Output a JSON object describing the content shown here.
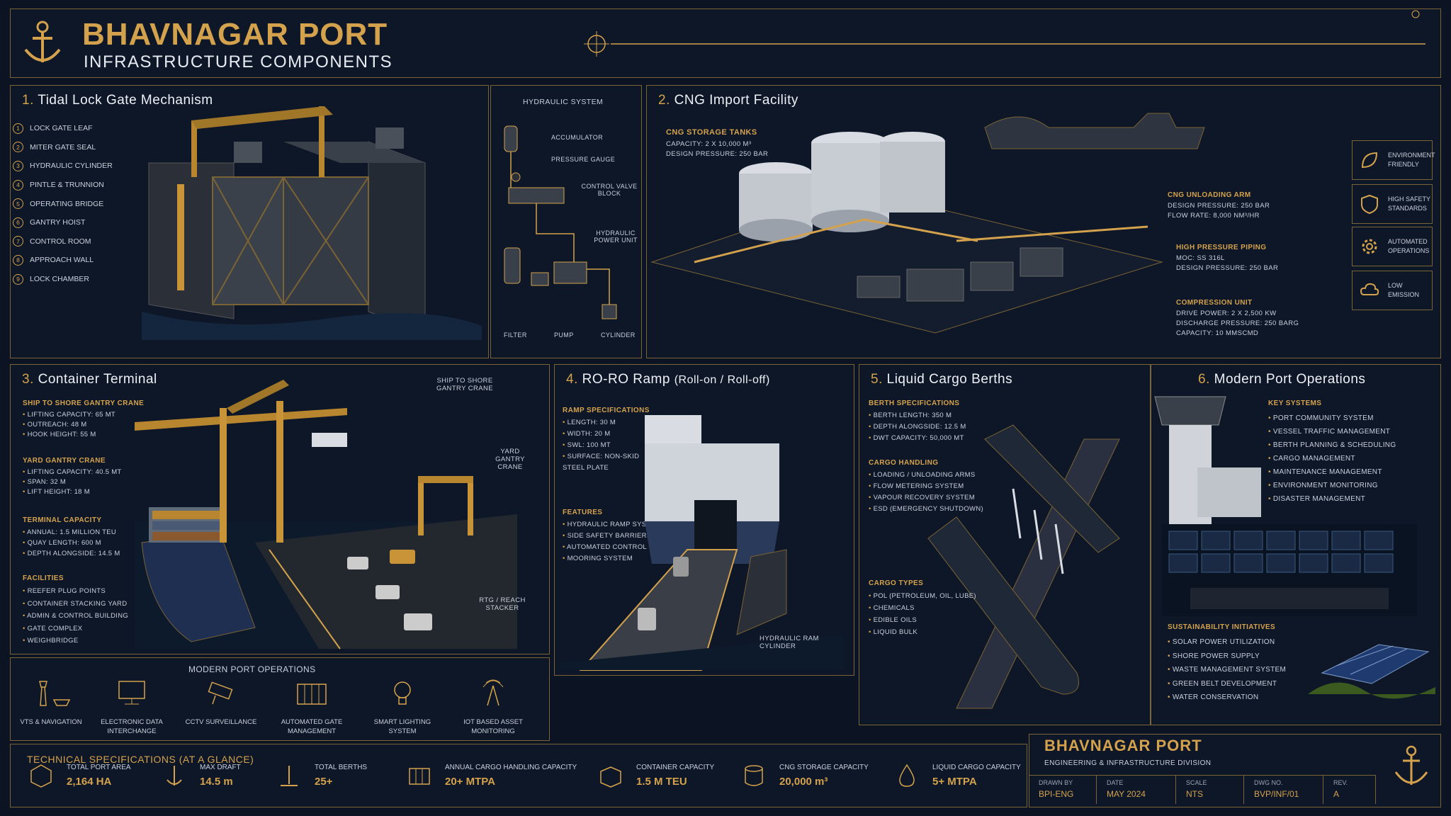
{
  "header": {
    "title": "BHAVNAGAR PORT",
    "subtitle": "INFRASTRUCTURE COMPONENTS"
  },
  "lock": {
    "num": "1.",
    "title": "Tidal Lock Gate Mechanism",
    "legend": [
      {
        "n": "1",
        "label": "Lock gate leaf"
      },
      {
        "n": "2",
        "label": "Miter gate seal"
      },
      {
        "n": "3",
        "label": "Hydraulic cylinder"
      },
      {
        "n": "4",
        "label": "Pintle & trunnion"
      },
      {
        "n": "5",
        "label": "Operating bridge"
      },
      {
        "n": "6",
        "label": "Gantry hoist"
      },
      {
        "n": "7",
        "label": "Control room"
      },
      {
        "n": "8",
        "label": "Approach wall"
      },
      {
        "n": "9",
        "label": "Lock chamber"
      }
    ]
  },
  "hydraulic": {
    "title": "HYDRAULIC SYSTEM",
    "accumulator": "ACCUMULATOR",
    "gauge": "PRESSURE GAUGE",
    "valve": "CONTROL VALVE BLOCK",
    "hpu": "HYDRAULIC POWER UNIT",
    "filter": "FILTER",
    "pump": "PUMP",
    "cylinder": "CYLINDER"
  },
  "cng": {
    "num": "2.",
    "title": "CNG Import Facility",
    "tanks": {
      "head": "CNG STORAGE TANKS",
      "l1": "CAPACITY: 2 X 10,000 m³",
      "l2": "DESIGN PRESSURE: 250 BAR"
    },
    "arm": {
      "head": "CNG UNLOADING ARM",
      "l1": "DESIGN PRESSURE: 250 BAR",
      "l2": "FLOW RATE: 8,000 Nm³/hr"
    },
    "piping": {
      "head": "HIGH PRESSURE PIPING",
      "l1": "MOC: SS 316L",
      "l2": "DESIGN PRESSURE: 250 BAR"
    },
    "comp": {
      "head": "COMPRESSION UNIT",
      "l1": "DRIVE POWER: 2 X 2,500 KW",
      "l2": "DISCHARGE PRESSURE: 250 BARG",
      "l3": "CAPACITY: 10 MMSCMD"
    }
  },
  "badges": [
    {
      "icon": "leaf-icon",
      "label": "ENVIRONMENT FRIENDLY"
    },
    {
      "icon": "shield-icon",
      "label": "HIGH SAFETY STANDARDS"
    },
    {
      "icon": "gear-icon",
      "label": "AUTOMATED OPERATIONS"
    },
    {
      "icon": "cloud-icon",
      "label": "LOW EMISSION"
    }
  ],
  "container": {
    "num": "3.",
    "title": "Container Terminal",
    "sts": {
      "head": "SHIP TO SHORE GANTRY CRANE",
      "items": [
        "LIFTING CAPACITY: 65 MT",
        "OUTREACH: 48 m",
        "HOOK HEIGHT: 55 m"
      ]
    },
    "yard": {
      "head": "YARD GANTRY CRANE",
      "items": [
        "LIFTING CAPACITY: 40.5 MT",
        "SPAN: 32 m",
        "LIFT HEIGHT: 18 m"
      ]
    },
    "cap": {
      "head": "TERMINAL CAPACITY",
      "items": [
        "ANNUAL: 1.5 MILLION TEU",
        "QUAY LENGTH: 600 m",
        "DEPTH ALONGSIDE: 14.5 m"
      ]
    },
    "fac": {
      "head": "FACILITIES",
      "items": [
        "REEFER PLUG POINTS",
        "CONTAINER STACKING YARD",
        "ADMIN & CONTROL BUILDING",
        "GATE COMPLEX",
        "WEIGHBRIDGE"
      ]
    },
    "callout_sts": "SHIP TO SHORE GANTRY CRANE",
    "callout_yard": "YARD GANTRY CRANE",
    "callout_rtg": "RTG / REACH STACKER"
  },
  "roro": {
    "num": "4.",
    "title": "RO-RO Ramp",
    "title2": "(Roll-on / Roll-off)",
    "spec": {
      "head": "RAMP SPECIFICATIONS",
      "items": [
        "LENGTH: 30 m",
        "WIDTH: 20 m",
        "SWL: 100 MT",
        "SURFACE: NON-SKID STEEL PLATE"
      ]
    },
    "feat": {
      "head": "FEATURES",
      "items": [
        "HYDRAULIC RAMP SYSTEM",
        "SIDE SAFETY BARRIERS",
        "AUTOMATED CONTROL",
        "MOORING SYSTEM"
      ]
    },
    "callout": "HYDRAULIC RAM CYLINDER"
  },
  "liquid": {
    "num": "5.",
    "title": "Liquid Cargo Berths",
    "spec": {
      "head": "BERTH SPECIFICATIONS",
      "items": [
        "BERTH LENGTH: 350 m",
        "DEPTH ALONGSIDE: 12.5 m",
        "DWT CAPACITY: 50,000 MT"
      ]
    },
    "handling": {
      "head": "CARGO HANDLING",
      "items": [
        "LOADING / UNLOADING ARMS",
        "FLOW METERING SYSTEM",
        "VAPOUR RECOVERY SYSTEM",
        "ESD (EMERGENCY SHUTDOWN)"
      ]
    },
    "types": {
      "head": "CARGO TYPES",
      "items": [
        "POL (PETROLEUM, OIL, LUBE)",
        "CHEMICALS",
        "EDIBLE OILS",
        "LIQUID BULK"
      ]
    }
  },
  "modern": {
    "num": "6.",
    "title": "Modern Port Operations",
    "key": {
      "head": "KEY SYSTEMS",
      "items": [
        "PORT COMMUNITY SYSTEM",
        "VESSEL TRAFFIC MANAGEMENT",
        "BERTH PLANNING & SCHEDULING",
        "CARGO MANAGEMENT",
        "MAINTENANCE MANAGEMENT",
        "ENVIRONMENT MONITORING",
        "DISASTER MANAGEMENT"
      ]
    },
    "sust": {
      "head": "SUSTAINABILITY INITIATIVES",
      "items": [
        "SOLAR POWER UTILIZATION",
        "SHORE POWER SUPPLY",
        "WASTE MANAGEMENT SYSTEM",
        "GREEN BELT DEVELOPMENT",
        "WATER CONSERVATION"
      ]
    }
  },
  "ops": {
    "title": "MODERN PORT OPERATIONS",
    "items": [
      {
        "icon": "tower-icon",
        "label": "VTS & NAVIGATION"
      },
      {
        "icon": "computer-icon",
        "label": "ELECTRONIC DATA INTERCHANGE"
      },
      {
        "icon": "camera-icon",
        "label": "CCTV SURVEILLANCE"
      },
      {
        "icon": "gate-icon",
        "label": "AUTOMATED GATE MANAGEMENT"
      },
      {
        "icon": "bulb-icon",
        "label": "SMART LIGHTING SYSTEM"
      },
      {
        "icon": "antenna-icon",
        "label": "IoT BASED ASSET MONITORING"
      }
    ]
  },
  "specs": {
    "title": "TECHNICAL SPECIFICATIONS (AT A GLANCE)",
    "items": [
      {
        "icon": "area-icon",
        "label": "TOTAL PORT AREA",
        "value": "2,164 HA"
      },
      {
        "icon": "draft-icon",
        "label": "MAX DRAFT",
        "value": "14.5 m"
      },
      {
        "icon": "berth-icon",
        "label": "TOTAL BERTHS",
        "value": "25+"
      },
      {
        "icon": "cargo-icon",
        "label": "ANNUAL CARGO HANDLING CAPACITY",
        "value": "20+ MTPA"
      },
      {
        "icon": "container-icon",
        "label": "CONTAINER CAPACITY",
        "value": "1.5 M TEU"
      },
      {
        "icon": "tank-icon",
        "label": "CNG STORAGE CAPACITY",
        "value": "20,000 m³"
      },
      {
        "icon": "drop-icon",
        "label": "LIQUID CARGO CAPACITY",
        "value": "5+ MTPA"
      }
    ]
  },
  "titleblock": {
    "name": "BHAVNAGAR PORT",
    "division": "ENGINEERING & INFRASTRUCTURE DIVISION",
    "drawn_l": "DRAWN BY",
    "drawn_v": "BPI-ENG",
    "date_l": "DATE",
    "date_v": "MAY 2024",
    "scale_l": "SCALE",
    "scale_v": "NTS",
    "dwg_l": "DWG NO.",
    "dwg_v": "BVP/INF/01",
    "rev_l": "REV.",
    "rev_v": "A"
  },
  "colors": {
    "bg": "#0c1424",
    "gold": "#d4a24c",
    "panel": "#0e1728",
    "border": "#7a6334"
  }
}
